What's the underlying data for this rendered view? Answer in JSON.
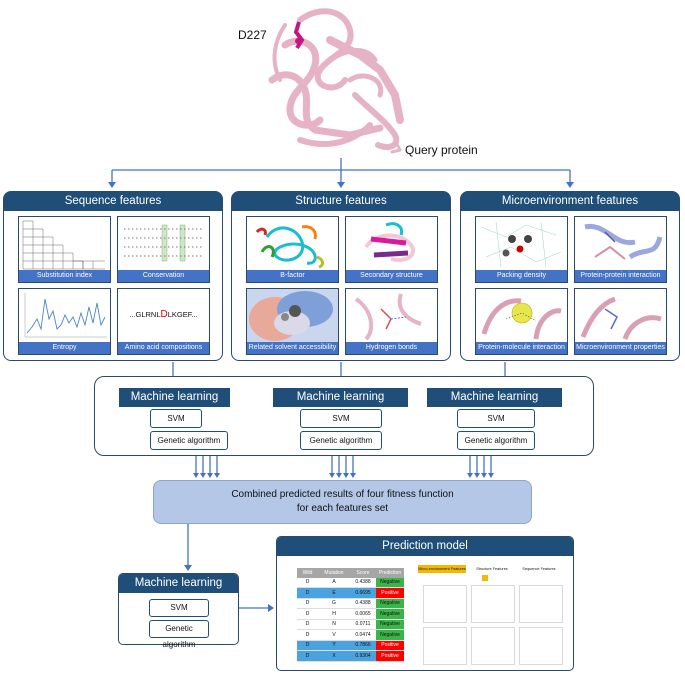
{
  "protein": {
    "residue_label": "D227",
    "query_label": "Query protein"
  },
  "panels": {
    "sequence": {
      "title": "Sequence features",
      "tiles": [
        "Substitution index",
        "Conservation",
        "Entropy",
        "Amino acid compositions"
      ],
      "aa_text": "...GLRNLDLKGEF...",
      "aa_highlight": "D"
    },
    "structure": {
      "title": "Structure features",
      "tiles": [
        "B-factor",
        "Secondary structure",
        "Related solvent accessibility",
        "Hydrogen bonds"
      ]
    },
    "microenvironment": {
      "title": "Microenvironment features",
      "tiles": [
        "Packing density",
        "Protein-protein interaction",
        "Protein-molecule interaction",
        "Microenvironment properties"
      ]
    }
  },
  "ml_boxes": [
    {
      "title": "Machine learning",
      "svm": "SVM",
      "ga": "Genetic algorithm"
    },
    {
      "title": "Machine learning",
      "svm": "SVM",
      "ga": "Genetic algorithm"
    },
    {
      "title": "Machine learning",
      "svm": "SVM",
      "ga": "Genetic algorithm"
    }
  ],
  "combined": {
    "line1": "Combined predicted results of four fitness function",
    "line2": "for each features set"
  },
  "final_ml": {
    "title": "Machine learning",
    "svm": "SVM",
    "ga": "Genetic algorithm"
  },
  "prediction_model": {
    "title": "Prediction model",
    "table": {
      "headers": [
        "Wild",
        "Mutation",
        "Score",
        "Prediction"
      ],
      "rows": [
        [
          "D",
          "A",
          "0.4388",
          "Negative"
        ],
        [
          "D",
          "E",
          "0.6695",
          "Positive"
        ],
        [
          "D",
          "G",
          "0.4388",
          "Negative"
        ],
        [
          "D",
          "H",
          "0.0065",
          "Negative"
        ],
        [
          "D",
          "N",
          "0.0711",
          "Negative"
        ],
        [
          "D",
          "V",
          "0.0474",
          "Negative"
        ],
        [
          "D",
          "Y",
          "0.7866",
          "Positive"
        ],
        [
          "D",
          "X",
          "0.9304",
          "Positive"
        ]
      ]
    },
    "tabs": [
      "Micro-environment Features",
      "Structure Features",
      "Sequence Features"
    ],
    "colors": {
      "positive": "#ff0000",
      "negative": "#39b54a",
      "highlight_row": "#4aa3df",
      "tab_active": "#f5b800"
    }
  }
}
